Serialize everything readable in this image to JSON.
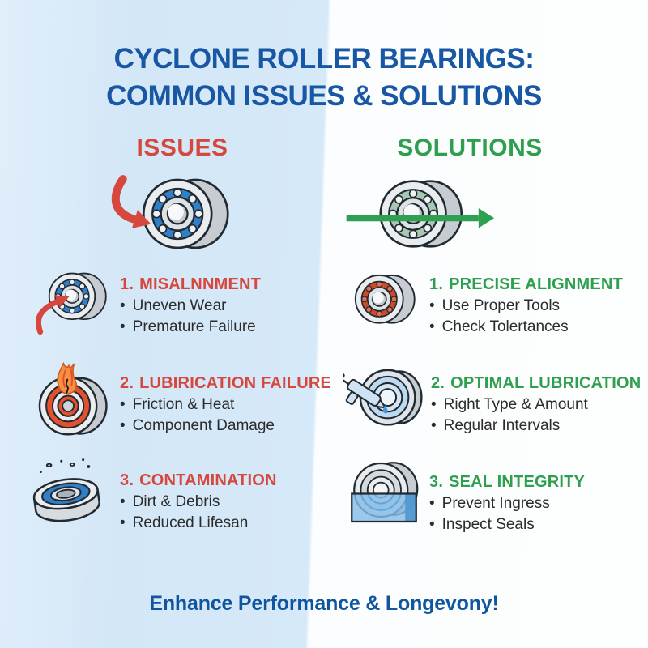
{
  "title": {
    "line1": "CYCLONE ROLLER BEARINGS:",
    "line2": "COMMON ISSUES & SOLUTIONS"
  },
  "columns": {
    "issues": {
      "header": "ISSUES",
      "items": [
        {
          "num": "1.",
          "title": "MISALNNMENT",
          "bullets": [
            "Uneven Wear",
            "Premature Failure"
          ]
        },
        {
          "num": "2.",
          "title": "LUBIRICATION FAILURE",
          "bullets": [
            "Friction & Heat",
            "Component Damage"
          ]
        },
        {
          "num": "3.",
          "title": "CONTAMINATION",
          "bullets": [
            "Dirt & Debris",
            "Reduced Lifesan"
          ]
        }
      ]
    },
    "solutions": {
      "header": "SOLUTIONS",
      "items": [
        {
          "num": "1.",
          "title": "PRECISE ALIGNMENT",
          "bullets": [
            "Use Proper Tools",
            "Check Tolertances"
          ]
        },
        {
          "num": "2.",
          "title": "OPTIMAL LUBRICATION",
          "bullets": [
            "Right Type & Amount",
            "Regular Intervals"
          ]
        },
        {
          "num": "3.",
          "title": "SEAL INTEGRITY",
          "bullets": [
            "Prevent Ingress",
            "Inspect Seals"
          ]
        }
      ]
    }
  },
  "footer": "Enhance Performance & Longevony!",
  "glyphs": {
    "bullet": "•"
  },
  "icons": {
    "issues_hero": "bearing-with-red-misalignment-arrow",
    "solutions_hero": "bearing-with-green-alignment-arrow",
    "issue_1": "bearing-red-curved-arrow-icon",
    "issue_2": "bearing-flames-icon",
    "issue_3": "bearing-tilted-debris-icon",
    "solution_1": "bearing-red-cage-icon",
    "solution_2": "grease-gun-bearing-icon",
    "solution_3": "bearing-submerged-seal-icon"
  },
  "colors": {
    "title_blue": "#1857a4",
    "issues_red": "#d6473e",
    "solutions_green": "#2e9e4f",
    "body_text": "#2b2b2b",
    "bg_left": "#d6e9f8",
    "bg_right": "#fdfefe",
    "bearing_blue": "#2f80c8",
    "flame_orange": "#f59140",
    "water_blue": "#85bce8"
  }
}
